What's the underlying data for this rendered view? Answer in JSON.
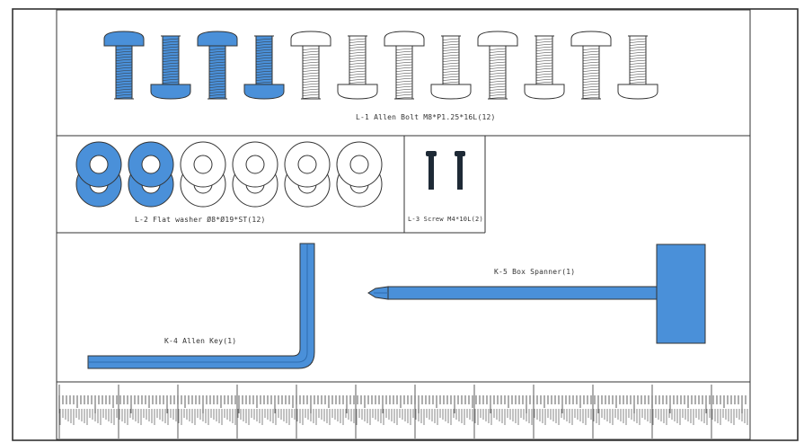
{
  "colors": {
    "accent": "#4a90d9",
    "accent_dark": "#2f6db0",
    "line": "#333333",
    "screw": "#1e2a36"
  },
  "parts": {
    "bolt": {
      "label": "L-1 Allen Bolt  M8*P1.25*16L(12)",
      "count": 12,
      "highlighted": 4
    },
    "washer": {
      "label": "L-2  Flat washer  Ø8*Ø19*ST(12)",
      "count": 12,
      "highlighted": 4
    },
    "screw": {
      "label": "L-3  Screw M4*10L(2)",
      "count": 2
    },
    "allen_key": {
      "label": "K-4  Allen Key(1)"
    },
    "box_spanner": {
      "label": "K-5 Box Spanner(1)"
    }
  },
  "ruler": {
    "icon": "ruler-scale-icon"
  }
}
